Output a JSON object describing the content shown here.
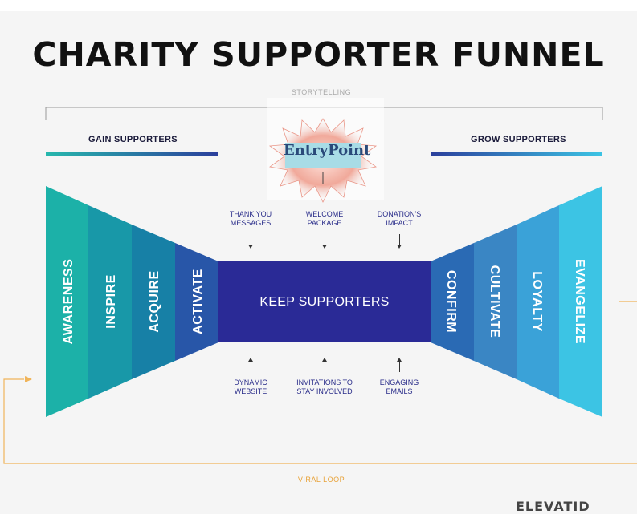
{
  "title": "CHARITY SUPPORTER FUNNEL",
  "storytelling_label": "STORYTELLING",
  "gain_label": "GAIN SUPPORTERS",
  "grow_label": "GROW SUPPORTERS",
  "center_label": "KEEP SUPPORTERS",
  "viral_label": "VIRAL LOOP",
  "left_stages": [
    "AWARENESS",
    "INSPIRE",
    "ACQUIRE",
    "ACTIVATE"
  ],
  "right_stages": [
    "CONFIRM",
    "CULTIVATE",
    "LOYALTY",
    "EVANGELIZE"
  ],
  "top_annotations": [
    {
      "line1": "THANK YOU",
      "line2": "MESSAGES"
    },
    {
      "line1": "WELCOME",
      "line2": "PACKAGE"
    },
    {
      "line1": "DONATION'S",
      "line2": "IMPACT"
    }
  ],
  "bottom_annotations": [
    {
      "line1": "DYNAMIC",
      "line2": "WEBSITE"
    },
    {
      "line1": "INVITATIONS TO",
      "line2": "STAY INVOLVED"
    },
    {
      "line1": "ENGAGING",
      "line2": "EMAILS"
    }
  ],
  "watermark_text": "EntryPoint",
  "logo_fragment": "ELEVATID",
  "colors": {
    "left": [
      "#1cb1a8",
      "#1898a8",
      "#1780a6",
      "#2856a8"
    ],
    "center": "#2a2a96",
    "right": [
      "#2a6ab4",
      "#3a86c4",
      "#3aa2d8",
      "#3cc4e4"
    ],
    "loop": "#f0b45a"
  }
}
